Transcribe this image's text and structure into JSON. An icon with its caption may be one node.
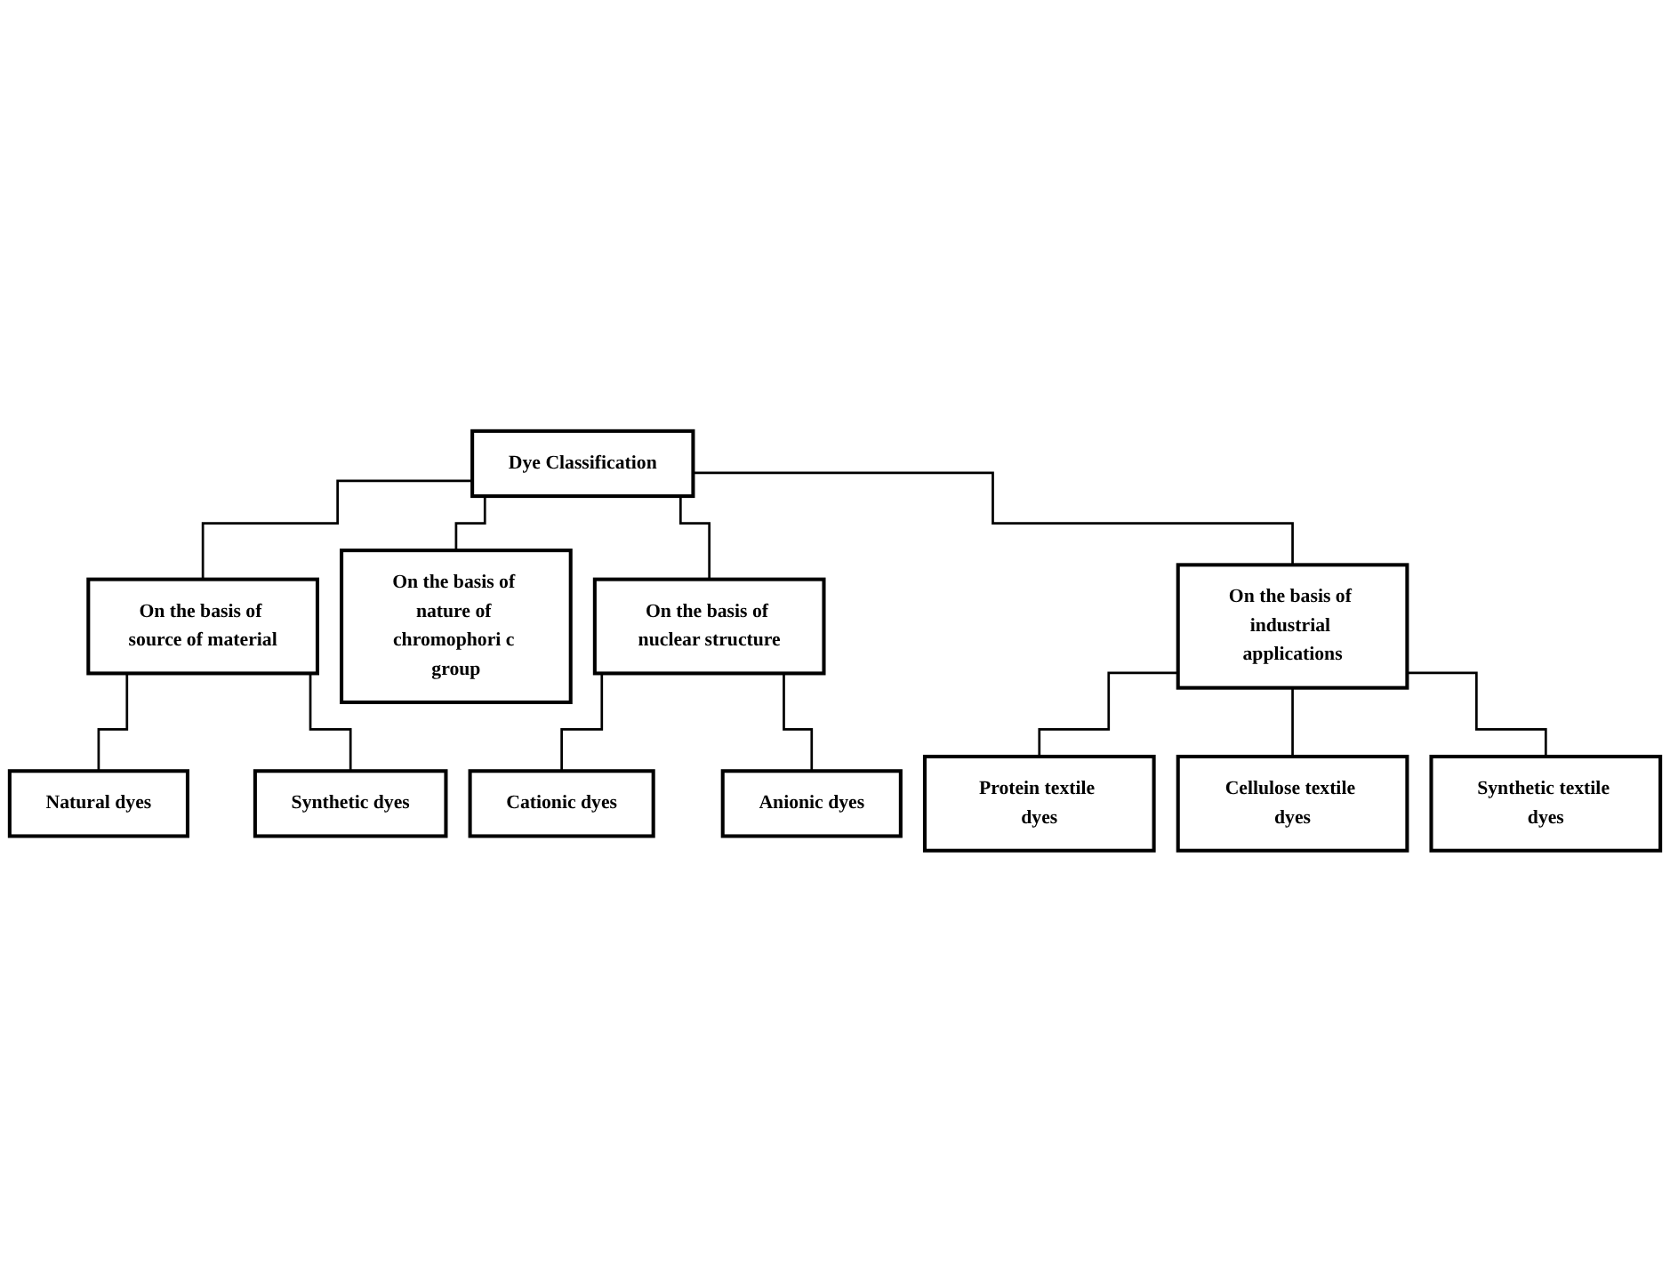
{
  "diagram": {
    "nodes": [
      {
        "text": [
          "Dye Classification"
        ]
      },
      {
        "text": [
          "On the basis of source of material"
        ]
      },
      {
        "text": [
          "On the basis of nature of chromophori c group"
        ]
      },
      {
        "text": [
          "On the basis of nuclear structure"
        ]
      },
      {
        "text": [
          "On the basis of industrial applications"
        ]
      },
      {
        "text": [
          "Natural dyes"
        ]
      },
      {
        "text": [
          "Synthetic dyes"
        ]
      },
      {
        "text": [
          "Cationic dyes"
        ]
      },
      {
        "text": [
          "Anionic dyes"
        ]
      },
      {
        "text": [
          "Protein textile dyes"
        ]
      },
      {
        "text": [
          "Cellulose textile dyes"
        ]
      },
      {
        "text": [
          "Synthetic textile dyes"
        ]
      }
    ],
    "edges": [
      {
        "from": 0,
        "to": 1,
        "arrow": "none"
      },
      {
        "from": 0,
        "to": 2,
        "arrow": "none"
      },
      {
        "from": 0,
        "to": 3,
        "arrow": "none"
      },
      {
        "from": 0,
        "to": 4,
        "arrow": "none"
      },
      {
        "from": 1,
        "to": 5,
        "arrow": "none"
      },
      {
        "from": 1,
        "to": 6,
        "arrow": "none"
      },
      {
        "from": 3,
        "to": 7,
        "arrow": "none"
      },
      {
        "from": 3,
        "to": 8,
        "arrow": "none"
      },
      {
        "from": 4,
        "to": 9,
        "arrow": "none"
      },
      {
        "from": 4,
        "to": 10,
        "arrow": "none"
      },
      {
        "from": 4,
        "to": 11,
        "arrow": "none"
      }
    ]
  }
}
